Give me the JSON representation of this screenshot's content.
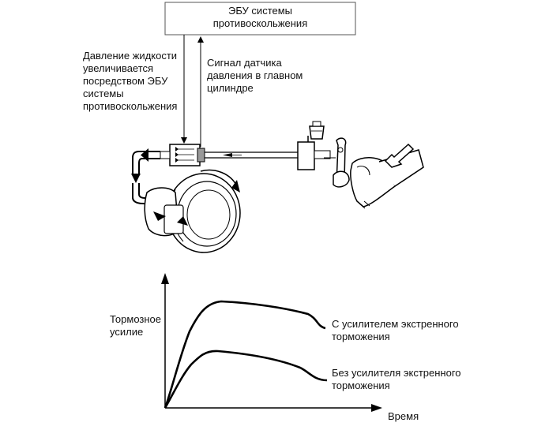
{
  "ecu_box": {
    "line1": "ЭБУ системы",
    "line2": "противоскольжения"
  },
  "pressure_label": {
    "line1": "Давление жидкости",
    "line2": "увеличивается",
    "line3": "посредством ЭБУ",
    "line4": "системы",
    "line5": "противоскольжения"
  },
  "sensor_label": {
    "line1": "Сигнал датчика",
    "line2": "давления в главном",
    "line3": "цилиндре"
  },
  "chart_data": {
    "type": "line",
    "title": "",
    "ylabel": "Тормозное\nусилие",
    "xlabel": "Время",
    "y_axis_line1": "Тормозное",
    "y_axis_line2": "усилие",
    "series": [
      {
        "name": "С усилителем экстренного торможения",
        "name_line1": "С усилителем экстренного",
        "name_line2": "торможения"
      },
      {
        "name": "Без усилителя экстренного торможения",
        "name_line1": "Без усилителя экстренного",
        "name_line2": "торможения"
      }
    ]
  },
  "colors": {
    "line": "#000000",
    "box_border": "#555555"
  }
}
